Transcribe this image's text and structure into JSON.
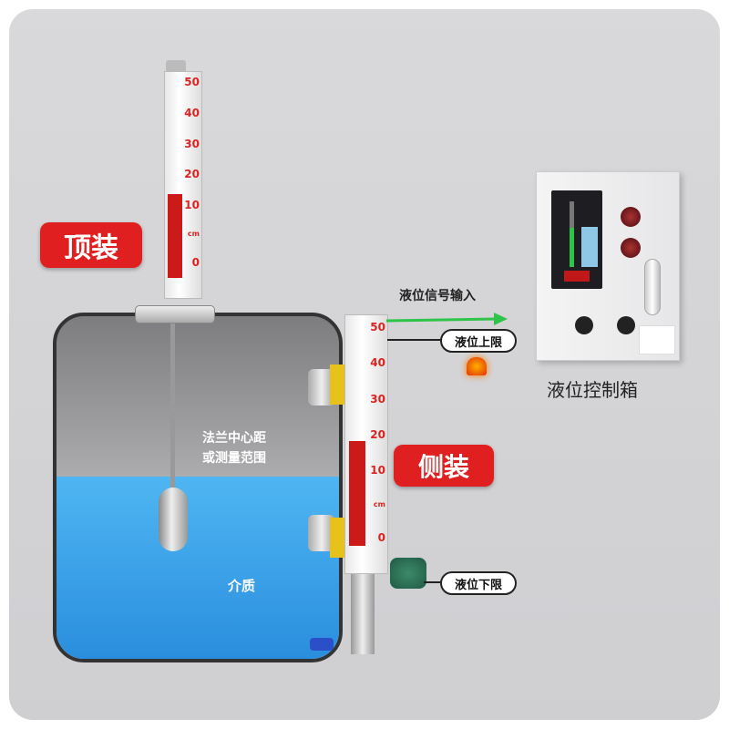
{
  "labels": {
    "top_mount": "顶装",
    "side_mount": "侧装",
    "signal_input": "液位信号输入",
    "upper_limit": "液位上限",
    "lower_limit": "液位下限",
    "control_box": "液位控制箱",
    "flange_distance_line1": "法兰中心距",
    "flange_distance_line2": "或测量范围",
    "medium": "介质"
  },
  "scale": {
    "ticks": [
      "50",
      "40",
      "30",
      "20",
      "10",
      "cm",
      "0"
    ]
  },
  "top_gauge": {
    "level_percent": 40
  },
  "side_gauge": {
    "level_percent": 45
  },
  "colors": {
    "tag_red": "#e02020",
    "liquid_blue": "#3aa0e8",
    "signal_green": "#2ec44a",
    "gauge_red": "#cc1a1a"
  }
}
